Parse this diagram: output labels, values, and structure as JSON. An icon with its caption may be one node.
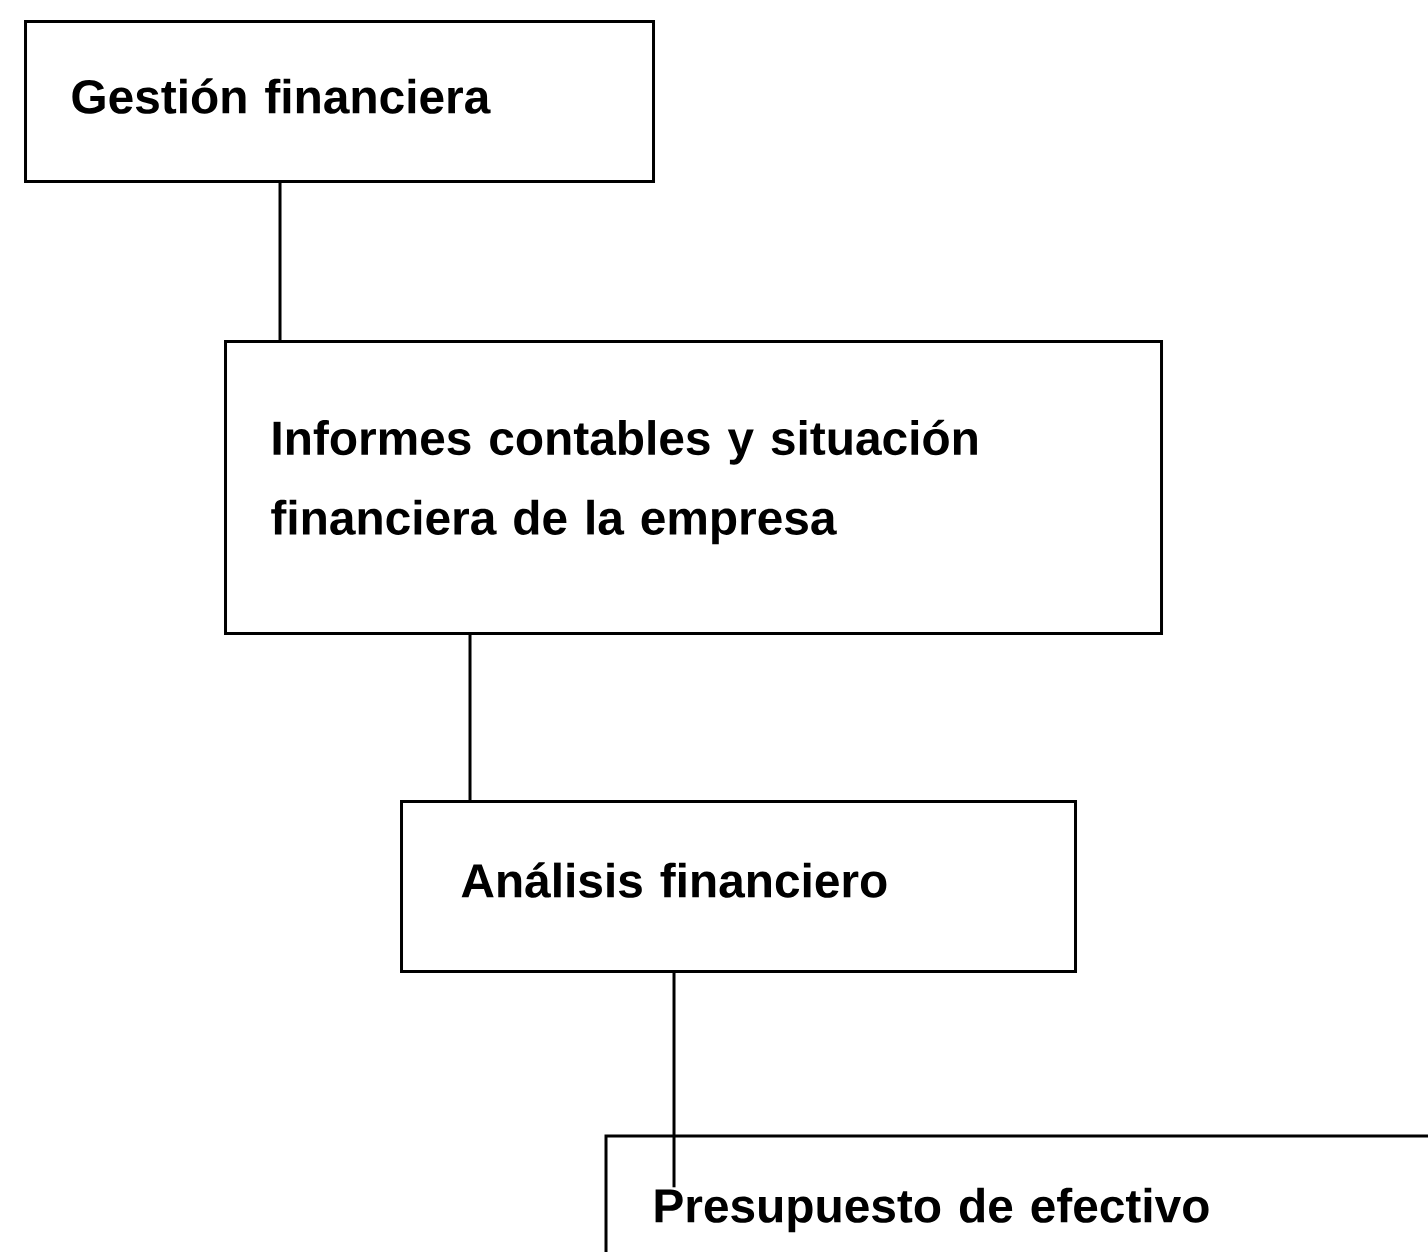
{
  "diagram": {
    "nodes": [
      {
        "text": [
          "Gestión financiera"
        ]
      },
      {
        "text": [
          "Informes contables y situación financiera de la empresa"
        ]
      },
      {
        "text": [
          "Análisis financiero"
        ]
      },
      {
        "text": [
          "Presupuesto de efectivo"
        ]
      }
    ],
    "edges": [
      {
        "from": 0,
        "to": 1,
        "arrow": "none"
      },
      {
        "from": 1,
        "to": 2,
        "arrow": "none"
      },
      {
        "from": 2,
        "to": 3,
        "arrow": "none"
      }
    ]
  }
}
